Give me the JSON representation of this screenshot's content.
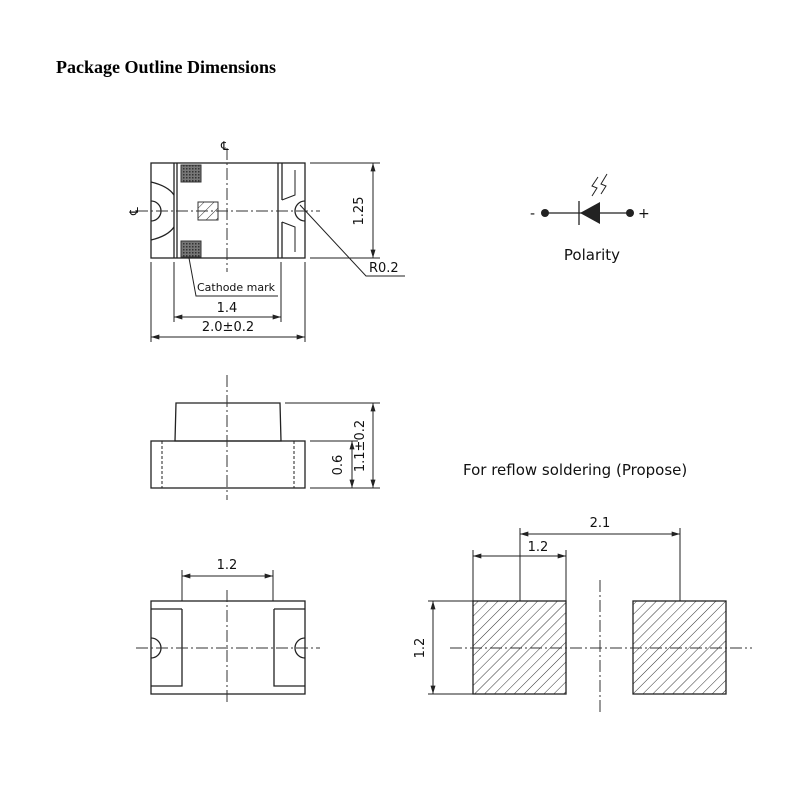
{
  "title": "Package Outline Dimensions",
  "top_view": {
    "centerline_symbol": "℄",
    "dim_height": "1.25",
    "dim_radius": "R0.2",
    "cathode_label": "Cathode mark",
    "dim_inner_width": "1.4",
    "dim_width": "2.0±0.2"
  },
  "polarity": {
    "minus": "-",
    "plus": "+",
    "label": "Polarity"
  },
  "side_view": {
    "dim_base": "0.6",
    "dim_total": "1.1±0.2"
  },
  "bottom_view": {
    "dim_gap": "1.2"
  },
  "reflow": {
    "heading": "For reflow soldering (Propose)",
    "dim_pad_width": "1.2",
    "dim_pitch": "2.1",
    "dim_pad_height": "1.2"
  }
}
